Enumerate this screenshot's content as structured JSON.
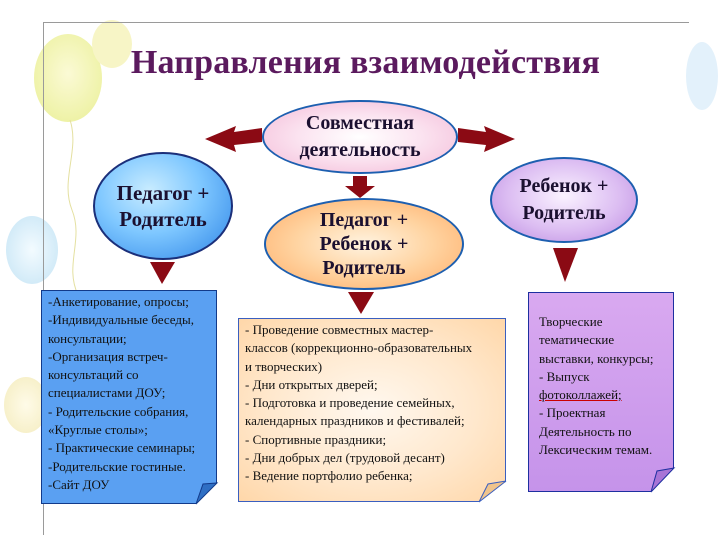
{
  "title": "Направления взаимодействия",
  "nodes": {
    "center": "Совместная\nдеятельность",
    "left": "Педагог +\nРодитель",
    "middle": "Педагог +\nРебенок +\nРодитель",
    "right": "Ребенок +\nРодитель"
  },
  "boxes": {
    "left": [
      "-Анкетирование, опросы;",
      "-Индивидуальные беседы,",
      "консультации;",
      "-Организация встреч-",
      "консультаций со",
      "специалистами ДОУ;",
      "- Родительские собрания,",
      "«Круглые столы»;",
      "- Практические семинары;",
      "-Родительские гостиные.",
      "-Сайт ДОУ"
    ],
    "middle": [
      "- Проведение совместных мастер-",
      "классов (коррекционно-образовательных",
      " и творческих)",
      "- Дни открытых дверей;",
      "- Подготовка и проведение семейных,",
      "календарных  праздников и фестивалей;",
      "- Спортивные праздники;",
      "- Дни добрых дел (трудовой десант)",
      "- Ведение портфолио ребенка;"
    ],
    "right": [
      " Творческие",
      "тематические",
      "выставки, конкурсы;",
      "- Выпуск",
      "фотоколлажей;",
      "- Проектная",
      "Деятельность по",
      "Лексическим темам."
    ]
  },
  "colors": {
    "title": "#5b1a5e",
    "arrow": "#8b0a14",
    "left_fill": "#5aa0f2",
    "right_fill": "#c593ea",
    "middle_fill": "#ffd3a0"
  }
}
